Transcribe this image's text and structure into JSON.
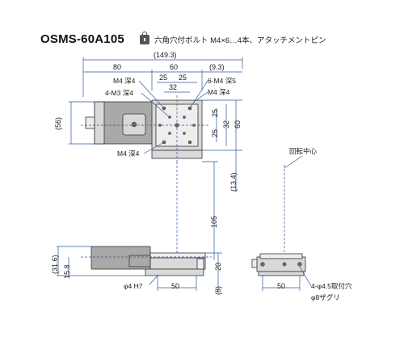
{
  "title": "OSMS-60A105",
  "note": "六角穴付ボルト M4×6…4本、アタッチメントピン",
  "dims": {
    "overall": "(149.3)",
    "w80": "80",
    "w60": "60",
    "offset": "(9.3)",
    "top25a": "25",
    "top25b": "25",
    "top32": "32",
    "left56": "(56)",
    "right25a": "25",
    "right32": "32",
    "right25b": "25",
    "right60": "60",
    "right134": "(13.4)",
    "stroke105": "105",
    "side316": "(31.6)",
    "side158": "15.8",
    "side20": "20",
    "side8": "(8)",
    "bot50a": "50",
    "bot50b": "50"
  },
  "labels": {
    "m4d4_top": "M4 深4",
    "m3d4": "4-M3 深4",
    "m4x6d5": "6-M4 深5",
    "m4d4_right": "M4 深4",
    "m4d4_bottom": "M4 深4",
    "center": "回転中心",
    "phi4h7": "φ4 H7",
    "holes": "4-φ4.5取付穴",
    "counterbore": "φ8ザグリ"
  }
}
